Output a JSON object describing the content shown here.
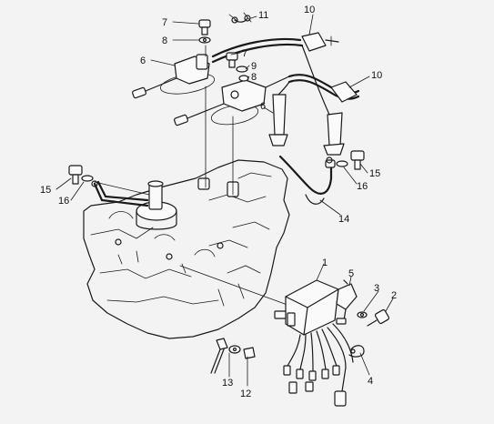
{
  "callouts": [
    {
      "id": "c1",
      "label": "1"
    },
    {
      "id": "c2",
      "label": "2"
    },
    {
      "id": "c3",
      "label": "3"
    },
    {
      "id": "c4",
      "label": "4"
    },
    {
      "id": "c5",
      "label": "5"
    },
    {
      "id": "c6a",
      "label": "6"
    },
    {
      "id": "c6b",
      "label": "6"
    },
    {
      "id": "c7a",
      "label": "7"
    },
    {
      "id": "c7b",
      "label": "7"
    },
    {
      "id": "c8a",
      "label": "8"
    },
    {
      "id": "c8b",
      "label": "8"
    },
    {
      "id": "c9",
      "label": "9"
    },
    {
      "id": "c10a",
      "label": "10"
    },
    {
      "id": "c10b",
      "label": "10"
    },
    {
      "id": "c11",
      "label": "11"
    },
    {
      "id": "c12",
      "label": "12"
    },
    {
      "id": "c13",
      "label": "13"
    },
    {
      "id": "c14",
      "label": "14"
    },
    {
      "id": "c15a",
      "label": "15"
    },
    {
      "id": "c15b",
      "label": "15"
    },
    {
      "id": "c16a",
      "label": "16"
    },
    {
      "id": "c16b",
      "label": "16"
    }
  ]
}
